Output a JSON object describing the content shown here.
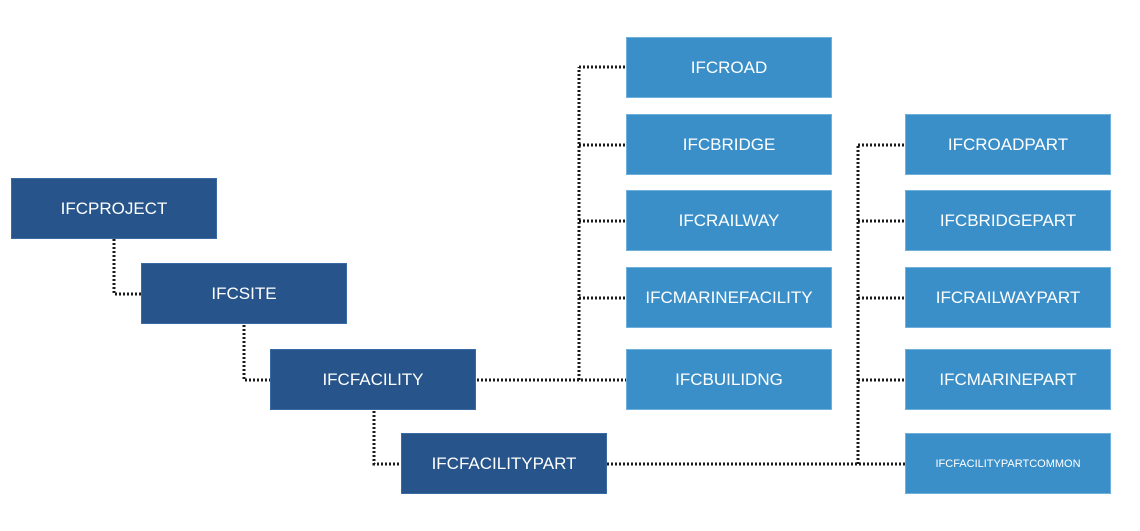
{
  "diagram": {
    "colors": {
      "dark_box": "#27548a",
      "light_box": "#3a8fc9",
      "connector": "#1a1a1a",
      "text": "#ffffff"
    },
    "hierarchy": [
      {
        "id": "project",
        "label": "IFCPROJECT"
      },
      {
        "id": "site",
        "label": "IFCSITE"
      },
      {
        "id": "facility",
        "label": "IFCFACILITY"
      },
      {
        "id": "facilitypart",
        "label": "IFCFACILITYPART"
      }
    ],
    "facility_types": [
      {
        "id": "road",
        "label": "IFCROAD"
      },
      {
        "id": "bridge",
        "label": "IFCBRIDGE"
      },
      {
        "id": "railway",
        "label": "IFCRAILWAY"
      },
      {
        "id": "marinefacility",
        "label": "IFCMARINEFACILITY"
      },
      {
        "id": "building",
        "label": "IFCBUILIDNG"
      }
    ],
    "facilitypart_types": [
      {
        "id": "roadpart",
        "label": "IFCROADPART"
      },
      {
        "id": "bridgepart",
        "label": "IFCBRIDGEPART"
      },
      {
        "id": "railwaypart",
        "label": "IFCRAILWAYPART"
      },
      {
        "id": "marinepart",
        "label": "IFCMARINEPART"
      },
      {
        "id": "facilitypartcommon",
        "label": "IFCFACILITYPARTCOMMON"
      }
    ]
  }
}
